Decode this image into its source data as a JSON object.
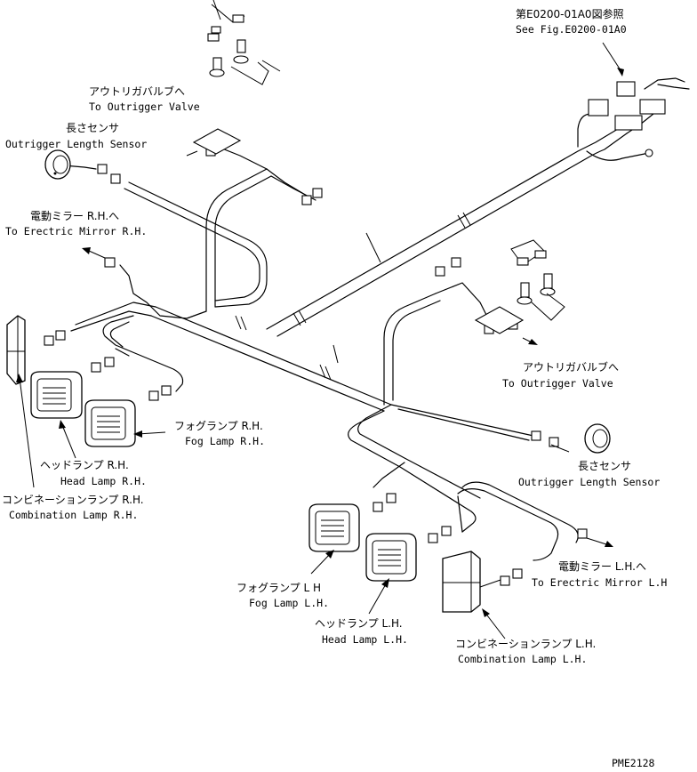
{
  "labels": {
    "see_fig_jp": "第E0200-01A0図参照",
    "see_fig_en": "See Fig.E0200-01A0",
    "valve_top_jp": "アウトリガバルブへ",
    "valve_top_en": "To Outrigger Valve",
    "sensor_top_jp": "長さセンサ",
    "sensor_top_en": "Outrigger Length Sensor",
    "mirror_rh_jp": "電動ミラー R.H.へ",
    "mirror_rh_en": "To Erectric Mirror R.H.",
    "valve_bottom_jp": "アウトリガバルブへ",
    "valve_bottom_en": "To Outrigger Valve",
    "fog_rh_jp": "フォグランプ R.H.",
    "fog_rh_en": "Fog Lamp R.H.",
    "sensor_bottom_jp": "長さセンサ",
    "sensor_bottom_en": "Outrigger Length Sensor",
    "head_rh_jp": "ヘッドランプ R.H.",
    "head_rh_en": "Head Lamp R.H.",
    "combo_rh_jp": "コンビネーションランプ R.H.",
    "combo_rh_en": "Combination Lamp R.H.",
    "mirror_lh_jp": "電動ミラー L.H.へ",
    "mirror_lh_en": "To Erectric Mirror L.H",
    "fog_lh_jp": "フォグランプ L H",
    "fog_lh_en": "Fog Lamp L.H.",
    "head_lh_jp": "ヘッドランプ L.H.",
    "head_lh_en": "Head Lamp L.H.",
    "combo_lh_jp": "コンビネーションランプ L.H.",
    "combo_lh_en": "Combination Lamp L.H.",
    "drawing_code": "PME2128"
  }
}
